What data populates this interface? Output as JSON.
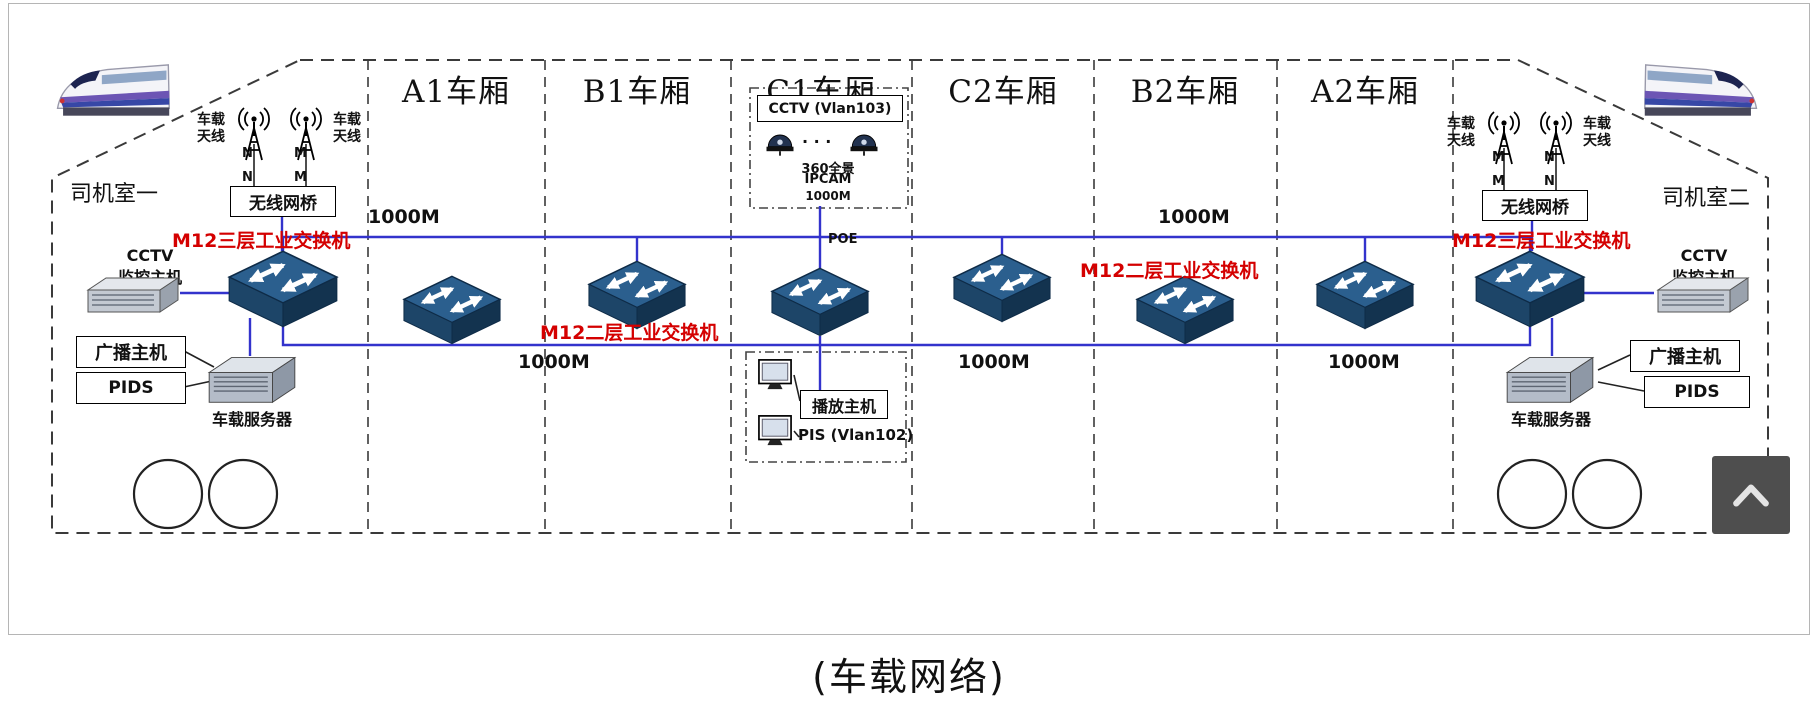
{
  "caption": "(车载网络)",
  "compartments": [
    {
      "label": "A1车厢"
    },
    {
      "label": "B1车厢"
    },
    {
      "label": "C1车厢"
    },
    {
      "label": "C2车厢"
    },
    {
      "label": "B2车厢"
    },
    {
      "label": "A2车厢"
    }
  ],
  "cab_left": {
    "title": "司机室一",
    "antenna_left_label": "车载天线",
    "antenna_right_label": "车载天线",
    "port_row1": [
      "N",
      "M"
    ],
    "port_row2": [
      "N",
      "M"
    ],
    "wireless_bridge": "无线网桥",
    "switch_label": "M12三层工业交换机",
    "cctv_line1": "CCTV",
    "cctv_line2": "监控主机",
    "broadcast": "广播主机",
    "pids": "PIDS",
    "server": "车载服务器"
  },
  "cab_right": {
    "title": "司机室二",
    "antenna_left_label": "车载天线",
    "antenna_right_label": "车载天线",
    "port_row1": [
      "M",
      "N"
    ],
    "port_row2": [
      "M",
      "N"
    ],
    "wireless_bridge": "无线网桥",
    "switch_label": "M12三层工业交换机",
    "cctv_line1": "CCTV",
    "cctv_line2": "监控主机",
    "broadcast": "广播主机",
    "pids": "PIDS",
    "server": "车载服务器"
  },
  "l2_label_b1": "M12二层工业交换机",
  "l2_label_b2": "M12二层工业交换机",
  "c1_cctv": {
    "title": "CCTV (Vlan103)",
    "dots": "· · ·",
    "cam_line1": "360全景",
    "cam_line2": "IPCAM",
    "link": "1000M",
    "poe": "POE"
  },
  "c1_pis": {
    "player": "播放主机",
    "label": "PIS (Vlan102)"
  },
  "links": {
    "top_left": "1000M",
    "top_right": "1000M",
    "bottom_left": "1000M",
    "bottom_mid": "1000M",
    "bottom_right": "1000M"
  },
  "colors": {
    "backbone_blue": "#3333cc",
    "red_label": "#d40000",
    "switch_body": "#2b5f8e",
    "scroll_button": "#4e4e4e"
  }
}
